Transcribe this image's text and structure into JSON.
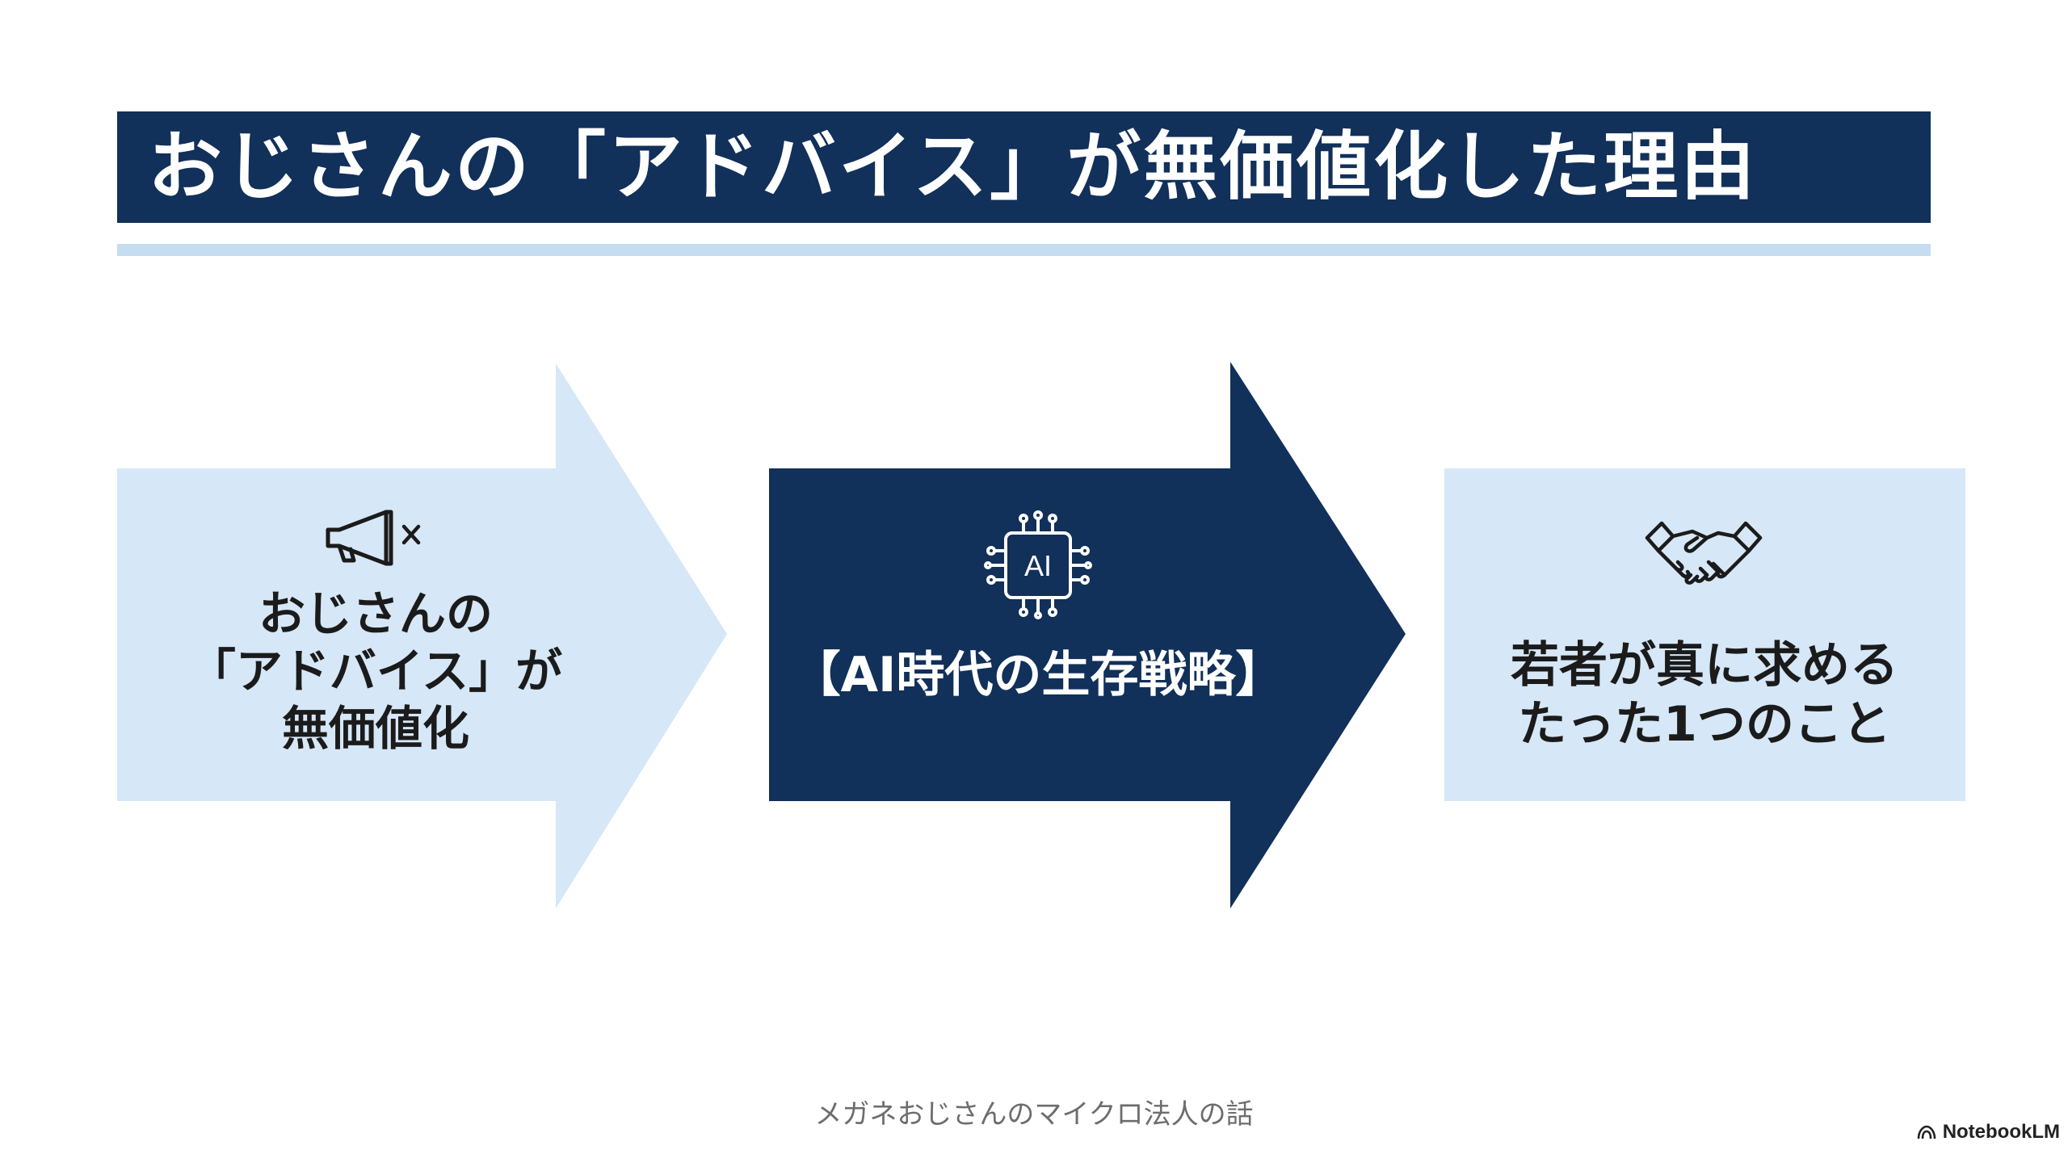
{
  "title": "おじさんの「アドバイス」が無価値化した理由",
  "steps": [
    {
      "label": "おじさんの\n「アドバイス」が\n無価値化",
      "icon": "megaphone-x-icon"
    },
    {
      "label": "【AI時代の生存戦略】",
      "icon": "ai-chip-icon",
      "icon_text": "AI"
    },
    {
      "label": "若者が真に求める\nたった1つのこと",
      "icon": "handshake-icon"
    }
  ],
  "footer": "メガネおじさんのマイクロ法人の話",
  "brand": "NotebookLM",
  "colors": {
    "navy": "#11305a",
    "light_blue": "#d6e7f7",
    "accent_line": "#c6dcf1"
  }
}
